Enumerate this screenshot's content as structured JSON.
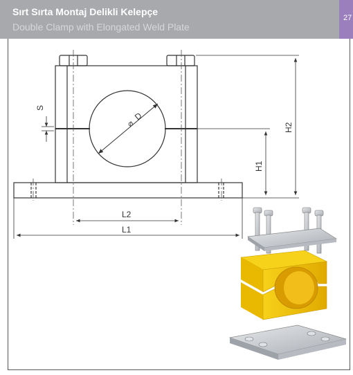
{
  "header": {
    "title": "Sırt Sırta Montaj Delikli Kelepçe",
    "subtitle": "Double Clamp with Elongated Weld Plate",
    "page_number": "27"
  },
  "dimensions": {
    "s": "S",
    "d": "D",
    "h1": "H1",
    "h2": "H2",
    "l1": "L1",
    "l2": "L2"
  },
  "colors": {
    "header_bg": "#a7a9ac",
    "page_tab": "#9b7fbd",
    "clamp_yellow": "#f2c200",
    "steel": "#c9ccd1"
  }
}
